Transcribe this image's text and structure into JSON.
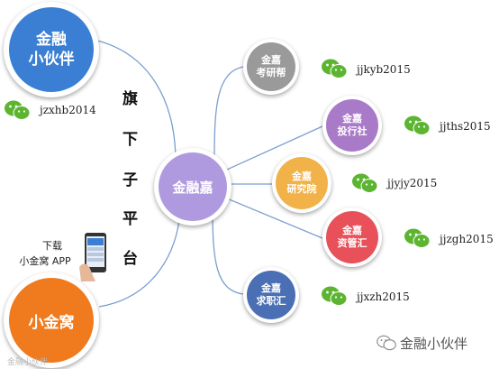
{
  "diagram": {
    "center": {
      "label": "金融嘉"
    },
    "left_top": {
      "line1": "金融",
      "line2": "小伙伴",
      "wechat_id": "jzxhb2014"
    },
    "left_bottom": {
      "label": "小金窝",
      "download_line1": "下载",
      "download_line2": "小金窝 APP"
    },
    "vertical_text": [
      "旗",
      "下",
      "子",
      "平",
      "台"
    ],
    "sub_platforms": [
      {
        "line1": "金嘉",
        "line2": "考研帮",
        "wechat_id": "jjkyb2015"
      },
      {
        "line1": "金嘉",
        "line2": "投行社",
        "wechat_id": "jjths2015"
      },
      {
        "line1": "金嘉",
        "line2": "研究院",
        "wechat_id": "jjyjy2015"
      },
      {
        "line1": "金嘉",
        "line2": "资管汇",
        "wechat_id": "jjzgh2015"
      },
      {
        "line1": "金嘉",
        "line2": "求职汇",
        "wechat_id": "jjxzh2015"
      }
    ],
    "watermark": "金融小伙伴",
    "bottom_left_mark": "金融小伙伴"
  },
  "colors": {
    "blue": "#3a7fd3",
    "orange": "#f07a1e",
    "center": "#b09adf",
    "gray": "#9a9a9a",
    "purple": "#a87ac8",
    "yellow": "#f2b24a",
    "red": "#e8505a",
    "navy": "#4a6fb4",
    "wechat": "#5cb531",
    "line": "#7b9fcf"
  }
}
